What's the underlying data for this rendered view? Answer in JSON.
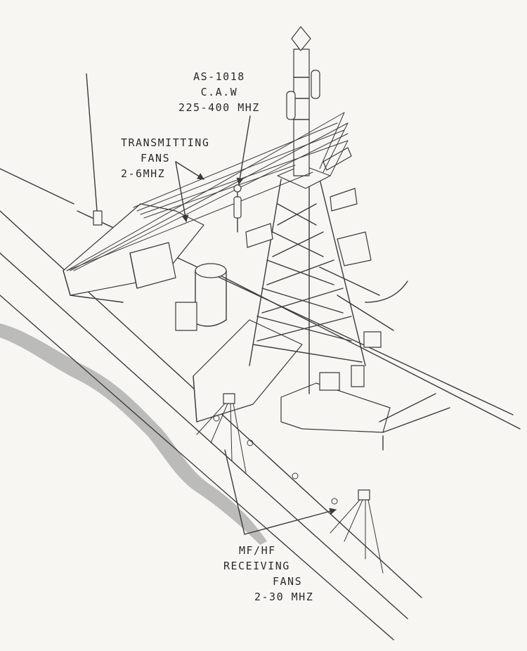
{
  "labels": {
    "as1018": {
      "line1": "AS-1018",
      "line2": "C.A.W",
      "line3": "225-400 MHZ"
    },
    "transmitting": {
      "line1": "TRANSMITTING",
      "line2": "FANS",
      "line3": "2-6MHZ"
    },
    "receiving": {
      "line1": "MF/HF",
      "line2": "RECEIVING",
      "line3": "FANS",
      "line4": "2-30 MHZ"
    }
  },
  "colors": {
    "ink": "#3a3a3a",
    "paper": "#f7f6f3",
    "shade": "#8a8a8a"
  }
}
